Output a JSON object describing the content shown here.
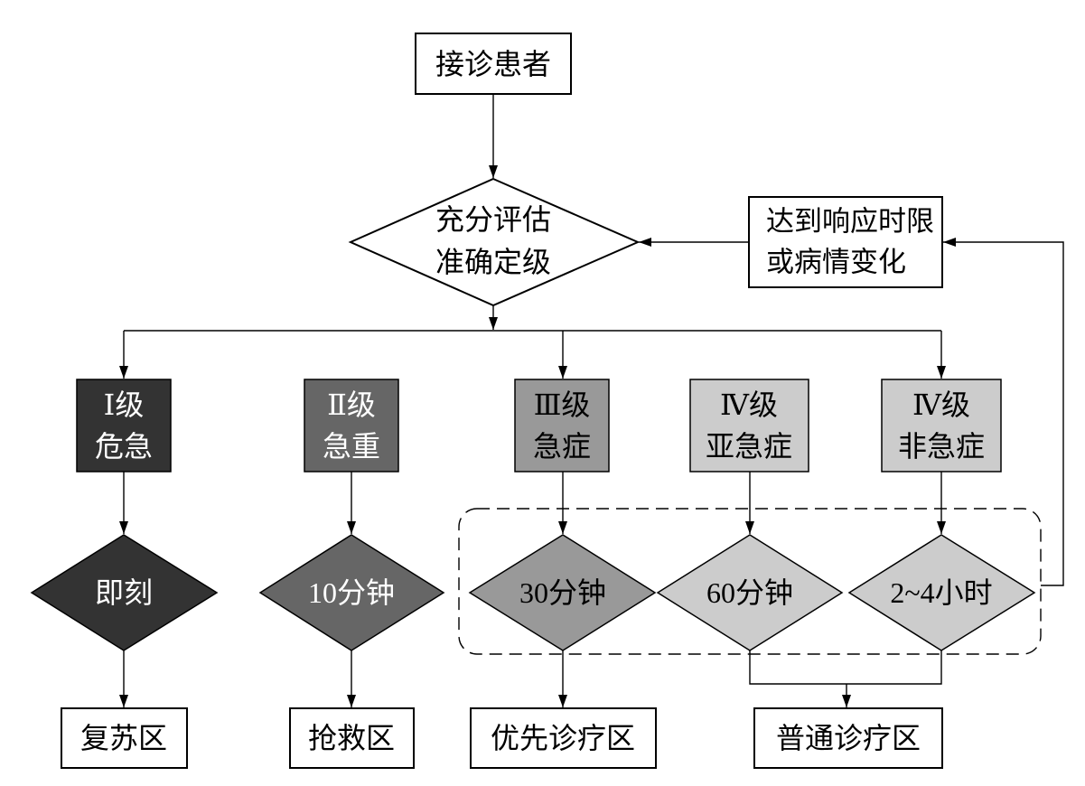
{
  "start": {
    "label": "接诊患者"
  },
  "assess": {
    "lines": [
      "充分评估",
      "准确定级"
    ]
  },
  "reassess": {
    "lines": [
      "达到响应时限",
      "或病情变化"
    ]
  },
  "levels": [
    {
      "grade": "Ⅰ级",
      "category": "危急",
      "response": "即刻",
      "fill": "#333333",
      "text_color": "#ffffff"
    },
    {
      "grade": "Ⅱ级",
      "category": "急重",
      "response": "10分钟",
      "fill": "#666666",
      "text_color": "#ffffff"
    },
    {
      "grade": "Ⅲ级",
      "category": "急症",
      "response": "30分钟",
      "fill": "#999999",
      "text_color": "#000000"
    },
    {
      "grade": "Ⅳ级",
      "category": "亚急症",
      "response": "60分钟",
      "fill": "#cccccc",
      "text_color": "#000000"
    },
    {
      "grade": "Ⅳ级",
      "category": "非急症",
      "response": "2~4小时",
      "fill": "#cccccc",
      "text_color": "#000000"
    }
  ],
  "areas": [
    "复苏区",
    "抢救区",
    "优先诊疗区",
    "普通诊疗区"
  ]
}
